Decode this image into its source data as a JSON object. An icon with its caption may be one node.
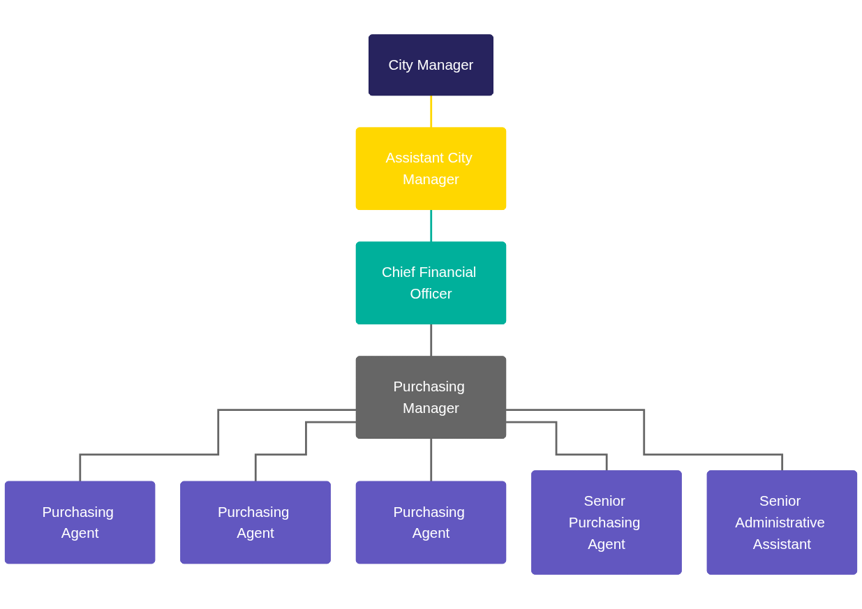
{
  "diagram": {
    "nodes": [
      {
        "text": [
          "City Manager"
        ]
      },
      {
        "text": [
          "Assistant City Manager"
        ]
      },
      {
        "text": [
          "Chief Financial Officer"
        ]
      },
      {
        "text": [
          "Purchasing Manager"
        ]
      },
      {
        "text": [
          "Purchasing Agent"
        ]
      },
      {
        "text": [
          "Purchasing Agent"
        ]
      },
      {
        "text": [
          "Purchasing Agent"
        ]
      },
      {
        "text": [
          "Senior Purchasing Agent"
        ]
      },
      {
        "text": [
          "Senior Administrative Assistant"
        ]
      }
    ],
    "edges": [
      {
        "from": 0,
        "to": 1,
        "arrow": "none",
        "color": "#ffd700"
      },
      {
        "from": 1,
        "to": 2,
        "arrow": "none",
        "color": "#00b09b"
      },
      {
        "from": 2,
        "to": 3,
        "arrow": "none"
      },
      {
        "from": 3,
        "to": 4,
        "arrow": "none"
      },
      {
        "from": 3,
        "to": 5,
        "arrow": "none"
      },
      {
        "from": 3,
        "to": 6,
        "arrow": "none"
      },
      {
        "from": 3,
        "to": 7,
        "arrow": "none"
      },
      {
        "from": 3,
        "to": 8,
        "arrow": "none"
      }
    ]
  }
}
